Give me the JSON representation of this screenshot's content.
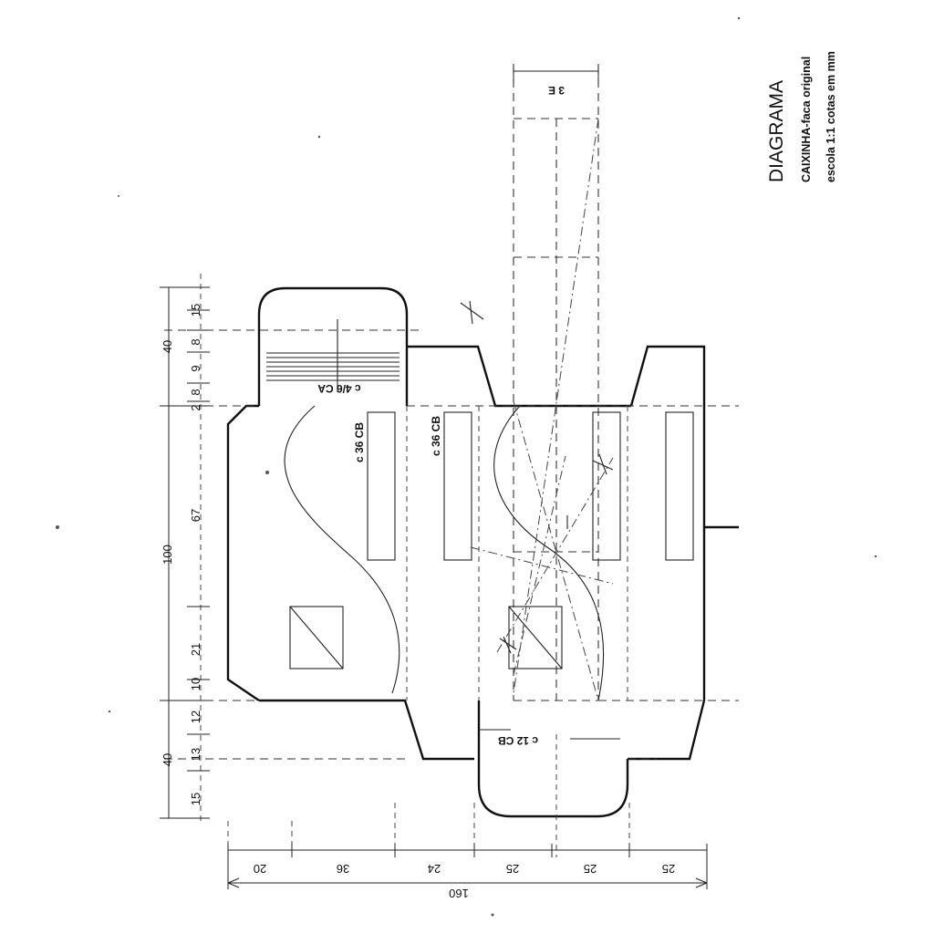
{
  "title": {
    "heading": "DIAGRAMA",
    "subtitle": "CAIXINHA-faca original",
    "scale": "escola 1:1   cotas em mm"
  },
  "labels": {
    "crease_ca": "c 4/6 CA",
    "crease_cb_1": "c 36 CB",
    "crease_cb_2": "c 36 CB",
    "crease_cb_3": "c 12 CB",
    "dim_3": "3 E"
  },
  "vertical_dims": {
    "outer": [
      "40",
      "100",
      "40"
    ],
    "inner": [
      "15",
      "8",
      "9",
      "8",
      "2",
      "67",
      "21",
      "10",
      "12",
      "13",
      "15"
    ]
  },
  "horizontal_dims": {
    "segments": [
      "20",
      "36",
      "24",
      "25",
      "25",
      "25"
    ],
    "total": "160"
  }
}
